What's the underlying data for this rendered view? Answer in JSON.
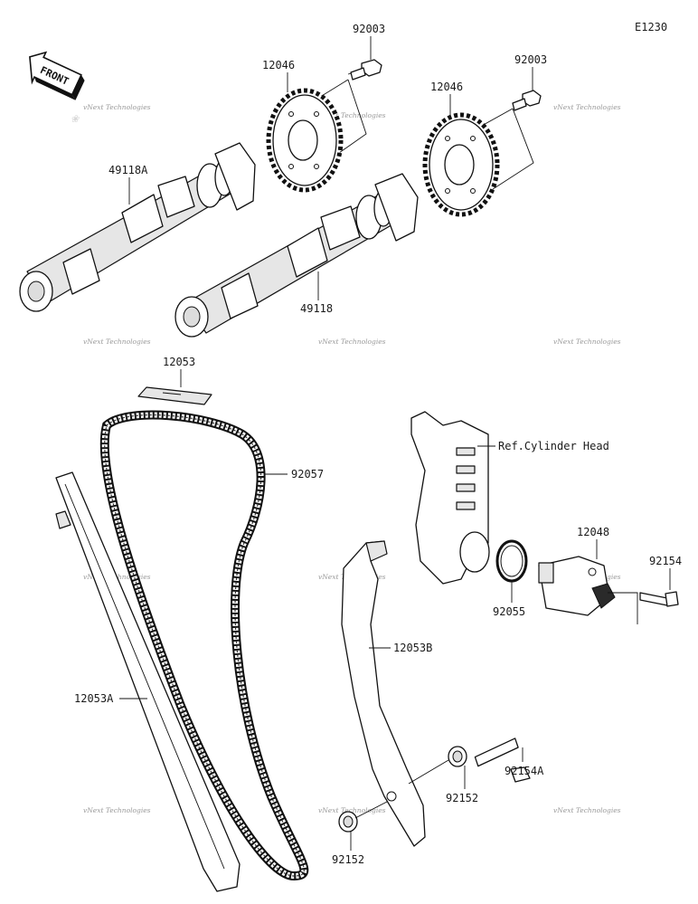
{
  "diagram": {
    "code": "E1230",
    "front_arrow": "FRONT",
    "watermark": "vNext Technologies",
    "ref_label": "Ref.Cylinder Head",
    "parts": [
      {
        "id": "p92003a",
        "number": "92003"
      },
      {
        "id": "p92003b",
        "number": "92003"
      },
      {
        "id": "p12046a",
        "number": "12046"
      },
      {
        "id": "p12046b",
        "number": "12046"
      },
      {
        "id": "p49118A",
        "number": "49118A"
      },
      {
        "id": "p49118",
        "number": "49118"
      },
      {
        "id": "p12053",
        "number": "12053"
      },
      {
        "id": "p92057",
        "number": "92057"
      },
      {
        "id": "p12048",
        "number": "12048"
      },
      {
        "id": "p92154",
        "number": "92154"
      },
      {
        "id": "p92055",
        "number": "92055"
      },
      {
        "id": "p12053B",
        "number": "12053B"
      },
      {
        "id": "p12053A",
        "number": "12053A"
      },
      {
        "id": "p92154A",
        "number": "92154A"
      },
      {
        "id": "p92152a",
        "number": "92152"
      },
      {
        "id": "p92152b",
        "number": "92152"
      }
    ]
  }
}
